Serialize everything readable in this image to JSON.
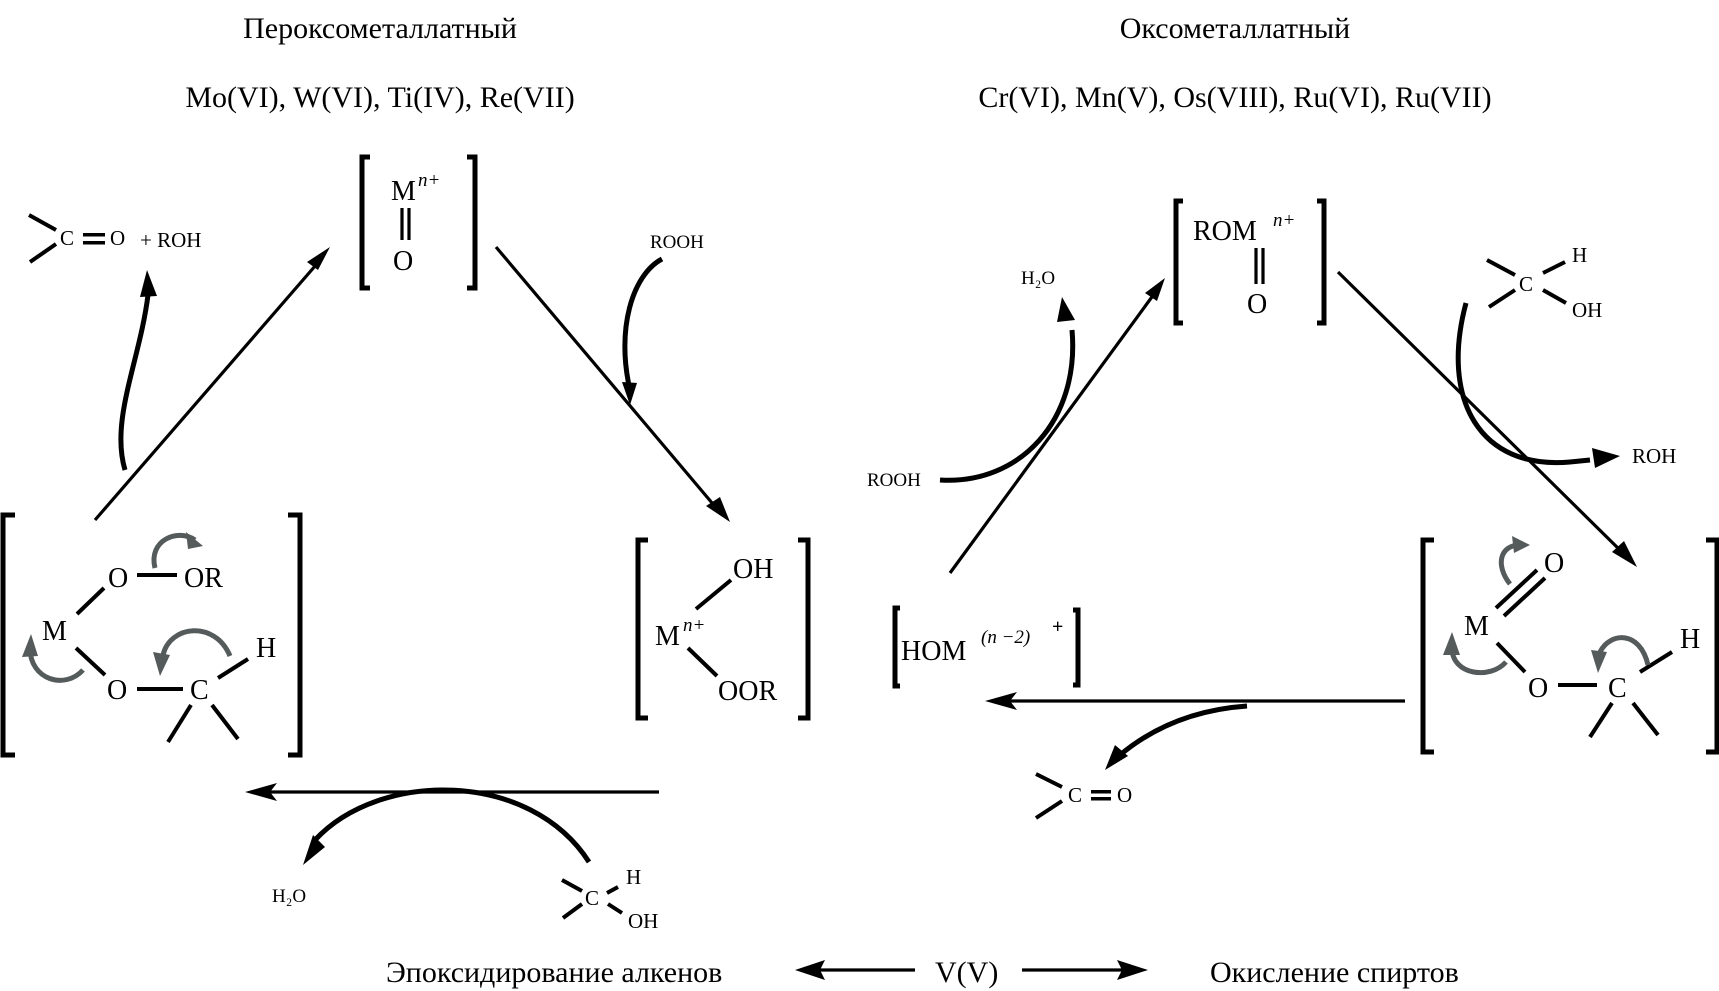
{
  "left_cycle": {
    "title": "Пероксометаллатный",
    "metals": "Mo(VI), W(VI), Ti(IV), Re(VII)",
    "top_complex": {
      "metal": "M",
      "charge": "n+",
      "oxo": "O"
    },
    "right_complex": {
      "metal": "M",
      "charge": "n+",
      "ligand_top": "OH",
      "ligand_bottom": "OOR"
    },
    "left_complex": {
      "metal": "M",
      "o_top": "O",
      "or_group": "OR",
      "o_bottom": "O",
      "carbon": "C",
      "hydrogen": "H"
    },
    "reagent_in": "ROOH",
    "product_out": {
      "carbonyl_c": "C",
      "carbonyl_o": "O",
      "plus_text": "+ ROH"
    },
    "bottom_reagent": {
      "carbon": "C",
      "hydrogen": "H",
      "hydroxyl": "OH"
    },
    "bottom_product": "H₂O"
  },
  "right_cycle": {
    "title": "Оксометаллатный",
    "metals": "Cr(VI), Mn(V), Os(VIII), Ru(VI), Ru(VII)",
    "top_complex": {
      "prefix": "ROM",
      "charge": "n+",
      "oxo": "O"
    },
    "right_complex": {
      "metal": "M",
      "oxo": "O",
      "o_bridge": "O",
      "carbon": "C",
      "hydrogen": "H"
    },
    "left_complex": {
      "prefix": "HOM",
      "charge": "(n −2)",
      "charge_sign": "+"
    },
    "reagent_in_left": "ROOH",
    "product_out_left": "H₂O",
    "reagent_in_right": {
      "carbon": "C",
      "hydrogen": "H",
      "hydroxyl": "OH"
    },
    "product_out_right": "ROH",
    "bottom_product": {
      "carbonyl_c": "C",
      "carbonyl_o": "O"
    }
  },
  "footer": {
    "left_label": "Эпоксидирование алкенов",
    "center_label": "V(V)",
    "right_label": "Окисление спиртов"
  },
  "colors": {
    "ink": "#000000",
    "electron_arrow": "#555a5a"
  }
}
